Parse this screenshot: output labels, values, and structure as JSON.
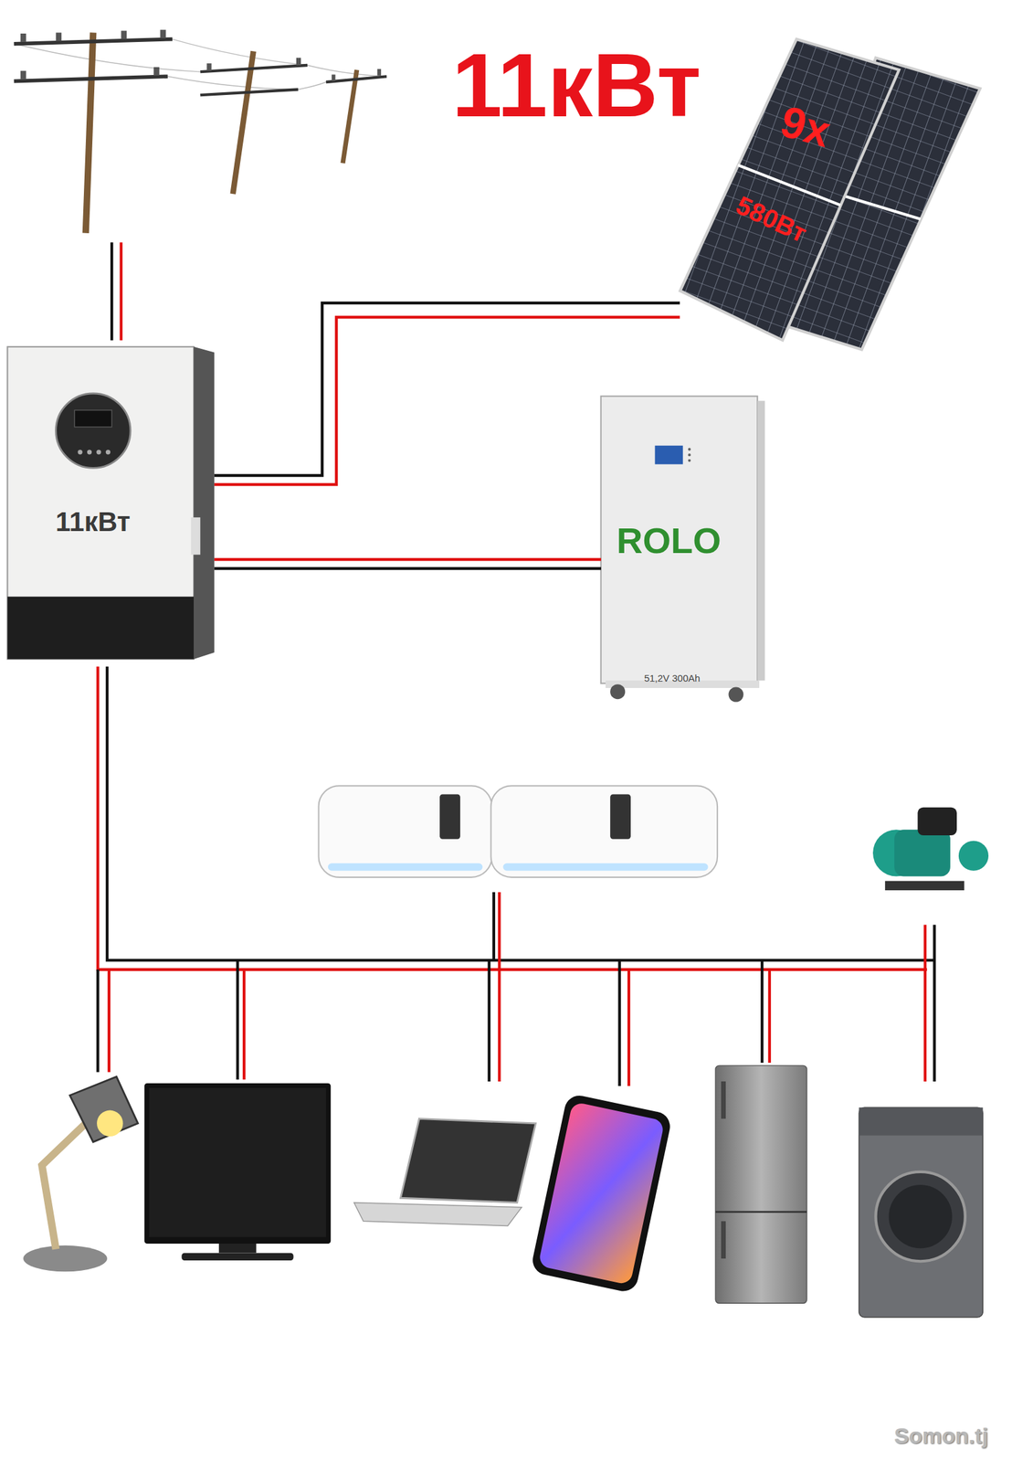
{
  "diagram": {
    "title": "11кВт",
    "nodes": [
      {
        "text": [
          "9x",
          "580Вт"
        ]
      },
      {
        "text": [
          "11кВт"
        ]
      },
      {
        "text": [
          "ROLO",
          "51,2V 300Ah"
        ]
      }
    ],
    "edges": [
      {
        "from": 1,
        "to": 0,
        "arrow": "none"
      },
      {
        "from": 1,
        "to": 2,
        "arrow": "none"
      }
    ],
    "labels": [
      "Somon.tj"
    ]
  }
}
